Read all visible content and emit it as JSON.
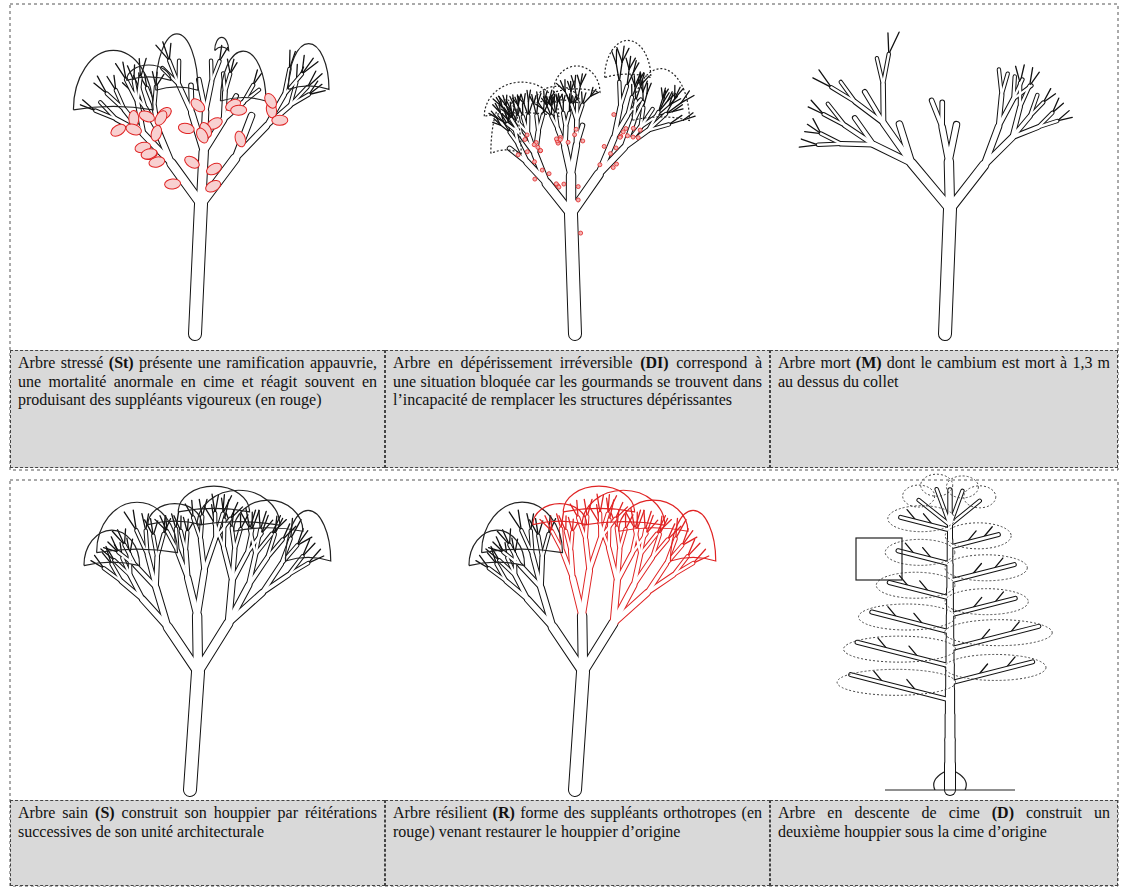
{
  "diagram": {
    "nodes": [
      {
        "text": [
          "Arbre stressé (St) présente une ramification appauvrie, une mortalité anormale en cime et réagit souvent en produisant des suppléants vigoureux (en rouge)"
        ]
      },
      {
        "text": [
          "Arbre en dépérissement irréversible (DI) correspond à une situation bloquée car les gourmands se trouvent dans l’incapacité de remplacer les structures dépérissantes"
        ]
      },
      {
        "text": [
          "Arbre mort (M) dont le cambium est mort à 1,3 m au dessus du collet"
        ]
      },
      {
        "text": [
          "Arbre sain (S) construit son houppier par réitérations successives de son unité architecturale"
        ]
      },
      {
        "text": [
          "Arbre résilient (R) forme des suppléants orthotropes (en rouge) venant restaurer le houppier d’origine"
        ]
      },
      {
        "text": [
          "Arbre en descente de cime (D) construit un deuxième houppier sous la cime d’origine"
        ]
      }
    ]
  }
}
